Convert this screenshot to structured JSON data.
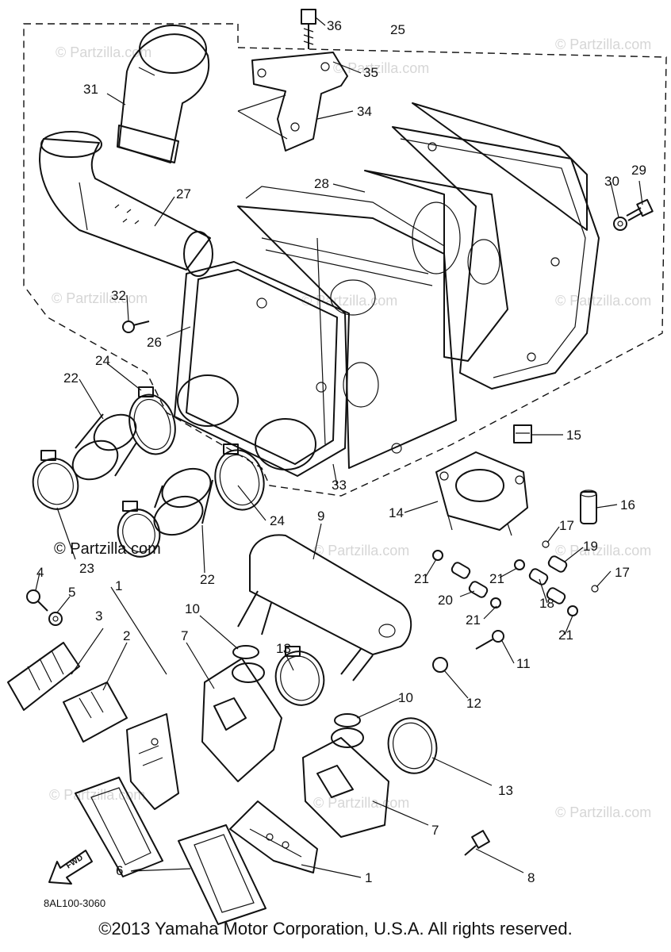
{
  "diagram": {
    "parts": [
      {
        "id": "p36",
        "label": "36"
      },
      {
        "id": "p25",
        "label": "25"
      },
      {
        "id": "p35",
        "label": "35"
      },
      {
        "id": "p31",
        "label": "31"
      },
      {
        "id": "p34",
        "label": "34"
      },
      {
        "id": "p27",
        "label": "27"
      },
      {
        "id": "p28",
        "label": "28"
      },
      {
        "id": "p30",
        "label": "30"
      },
      {
        "id": "p29",
        "label": "29"
      },
      {
        "id": "p32",
        "label": "32"
      },
      {
        "id": "p26",
        "label": "26"
      },
      {
        "id": "p22a",
        "label": "22"
      },
      {
        "id": "p24a",
        "label": "24"
      },
      {
        "id": "p15",
        "label": "15"
      },
      {
        "id": "p33",
        "label": "33"
      },
      {
        "id": "p16",
        "label": "16"
      },
      {
        "id": "p14",
        "label": "14"
      },
      {
        "id": "p9",
        "label": "9"
      },
      {
        "id": "p24b",
        "label": "24"
      },
      {
        "id": "p22b",
        "label": "22"
      },
      {
        "id": "p23",
        "label": "23"
      },
      {
        "id": "p17a",
        "label": "17"
      },
      {
        "id": "p19",
        "label": "19"
      },
      {
        "id": "p4",
        "label": "4"
      },
      {
        "id": "p1a",
        "label": "1"
      },
      {
        "id": "p5",
        "label": "5"
      },
      {
        "id": "p21a",
        "label": "21"
      },
      {
        "id": "p21b",
        "label": "21"
      },
      {
        "id": "p17b",
        "label": "17"
      },
      {
        "id": "p20",
        "label": "20"
      },
      {
        "id": "p18",
        "label": "18"
      },
      {
        "id": "p3",
        "label": "3"
      },
      {
        "id": "p2",
        "label": "2"
      },
      {
        "id": "p10a",
        "label": "10"
      },
      {
        "id": "p21c",
        "label": "21"
      },
      {
        "id": "p21d",
        "label": "21"
      },
      {
        "id": "p7a",
        "label": "7"
      },
      {
        "id": "p13a",
        "label": "13"
      },
      {
        "id": "p11",
        "label": "11"
      },
      {
        "id": "p12",
        "label": "12"
      },
      {
        "id": "p10b",
        "label": "10"
      },
      {
        "id": "p13b",
        "label": "13"
      },
      {
        "id": "p7b",
        "label": "7"
      },
      {
        "id": "p8",
        "label": "8"
      },
      {
        "id": "p6",
        "label": "6"
      },
      {
        "id": "p1b",
        "label": "1"
      }
    ],
    "watermark": "© Partzilla.com",
    "forward_mark": "FWD",
    "drawing_code": "8AL100-3060"
  },
  "footer": {
    "copyright": "©2013 Yamaha Motor Corporation, U.S.A. All rights reserved."
  }
}
